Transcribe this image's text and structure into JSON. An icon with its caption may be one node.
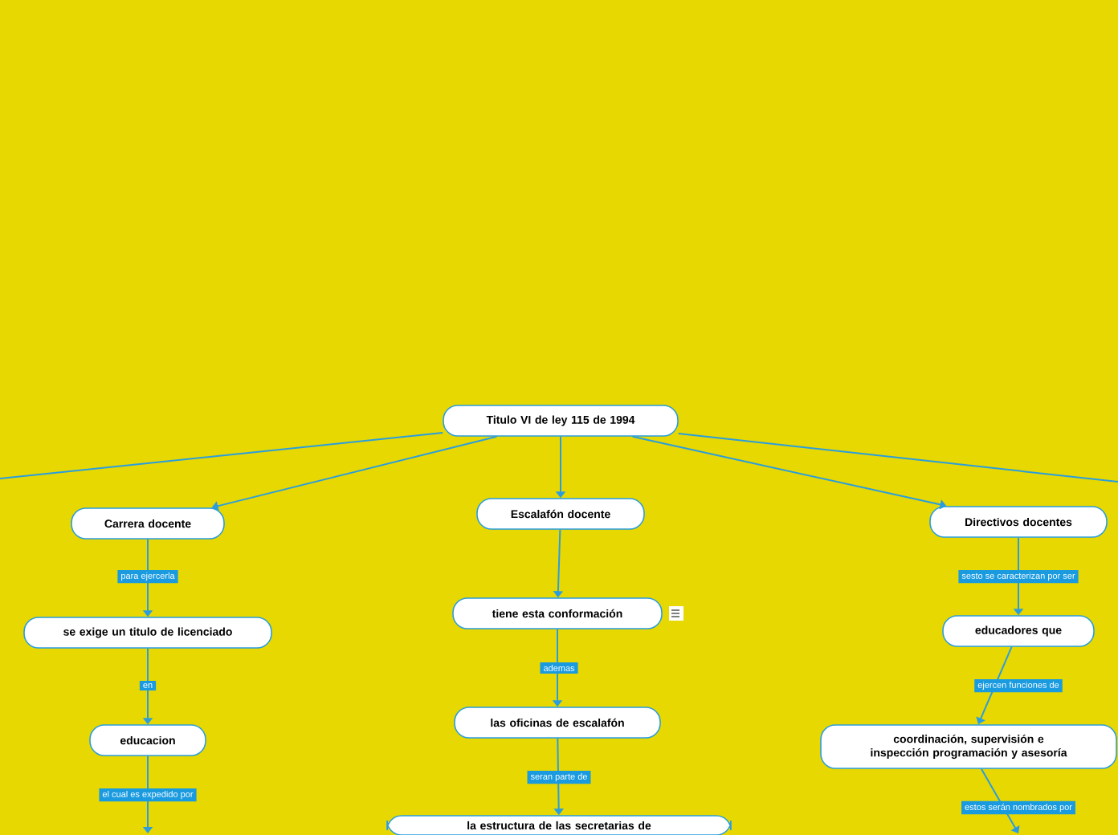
{
  "diagram": {
    "nodes": [
      {
        "text": [
          "Titulo VI de ley 115 de 1994"
        ]
      },
      {
        "text": [
          "Carrera docente"
        ]
      },
      {
        "text": [
          "se exige un titulo de licenciado"
        ]
      },
      {
        "text": [
          "educacion"
        ]
      },
      {
        "text": [
          "Escalafón docente"
        ]
      },
      {
        "text": [
          "tiene esta conformación"
        ]
      },
      {
        "text": [
          "las oficinas de escalafón"
        ]
      },
      {
        "text": [
          "la estructura de las secretarias de"
        ]
      },
      {
        "text": [
          "Directivos docentes"
        ]
      },
      {
        "text": [
          "educadores que"
        ]
      },
      {
        "text": [
          "coordinación, supervisión e inspección programación y asesoría"
        ]
      }
    ],
    "edges": [
      {
        "from": 0,
        "to": null,
        "arrow": "none"
      },
      {
        "from": 0,
        "to": 1,
        "arrow": "to"
      },
      {
        "from": 0,
        "to": 4,
        "arrow": "to"
      },
      {
        "from": 0,
        "to": 8,
        "arrow": "to"
      },
      {
        "from": 0,
        "to": null,
        "arrow": "none"
      },
      {
        "from": 1,
        "to": 2,
        "arrow": "to",
        "label": "para ejercerla"
      },
      {
        "from": 2,
        "to": 3,
        "arrow": "to",
        "label": "en"
      },
      {
        "from": 3,
        "to": null,
        "arrow": "to",
        "label": "el cual es expedido por"
      },
      {
        "from": 4,
        "to": 5,
        "arrow": "to"
      },
      {
        "from": 5,
        "to": 6,
        "arrow": "to",
        "label": "ademas"
      },
      {
        "from": 6,
        "to": 7,
        "arrow": "to",
        "label": "seran parte de"
      },
      {
        "from": 8,
        "to": 9,
        "arrow": "to",
        "label": "sesto se caracterizan por ser"
      },
      {
        "from": 9,
        "to": 10,
        "arrow": "to",
        "label": "ejercen funciones de"
      },
      {
        "from": 10,
        "to": null,
        "arrow": "to",
        "label": "estos serán nombrados por"
      }
    ]
  }
}
